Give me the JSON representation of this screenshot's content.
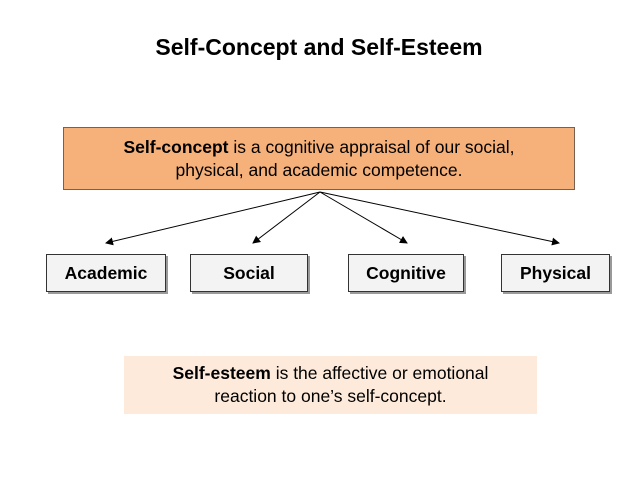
{
  "title": "Self-Concept and Self-Esteem",
  "concept": {
    "term": "Self-concept",
    "line1_rest": " is a cognitive appraisal of our social,",
    "line2": "physical, and academic competence."
  },
  "categories": [
    {
      "label": "Academic"
    },
    {
      "label": "Social"
    },
    {
      "label": "Cognitive"
    },
    {
      "label": "Physical"
    }
  ],
  "esteem": {
    "term": "Self-esteem",
    "line1_rest": " is the affective or emotional",
    "line2": "reaction to one’s self-concept."
  },
  "colors": {
    "concept_fill": "#f6b07a",
    "esteem_fill": "#fdeadb",
    "category_fill": "#f3f3f3"
  }
}
